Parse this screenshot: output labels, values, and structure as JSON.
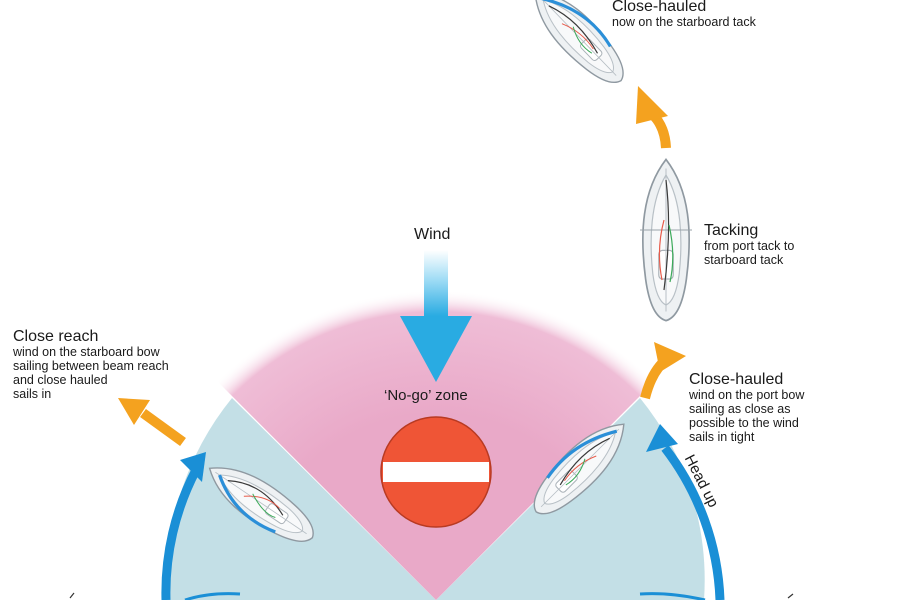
{
  "wind": {
    "label": "Wind"
  },
  "no_go_zone": {
    "label": "‘No-go’ zone"
  },
  "head_up": {
    "label": "Head up"
  },
  "close_hauled_starboard": {
    "title": "Close-hauled",
    "desc_lines": [
      "now on the starboard tack"
    ]
  },
  "tacking": {
    "title": "Tacking",
    "desc_lines": [
      "from port tack to",
      "starboard tack"
    ]
  },
  "close_hauled_port": {
    "title": "Close-hauled",
    "desc_lines": [
      "wind on the port bow",
      "sailing as close as",
      "possible to the wind",
      "sails in tight"
    ]
  },
  "close_reach": {
    "title": "Close reach",
    "desc_lines": [
      "wind on the starboard bow",
      "sailing between beam reach",
      "and close hauled",
      "sails in"
    ]
  },
  "colors": {
    "no_go_zone": "#e9a9c8",
    "sailing_zone": "#c3dfe6",
    "course_arrow": "#f4a21f",
    "wind_arrow": "#29abe2",
    "head_up_arrow": "#1a8fd6",
    "no_entry_sign": "#ef5536",
    "boat_hull": "#f1f3f5",
    "boat_outline": "#9aa3aa"
  }
}
